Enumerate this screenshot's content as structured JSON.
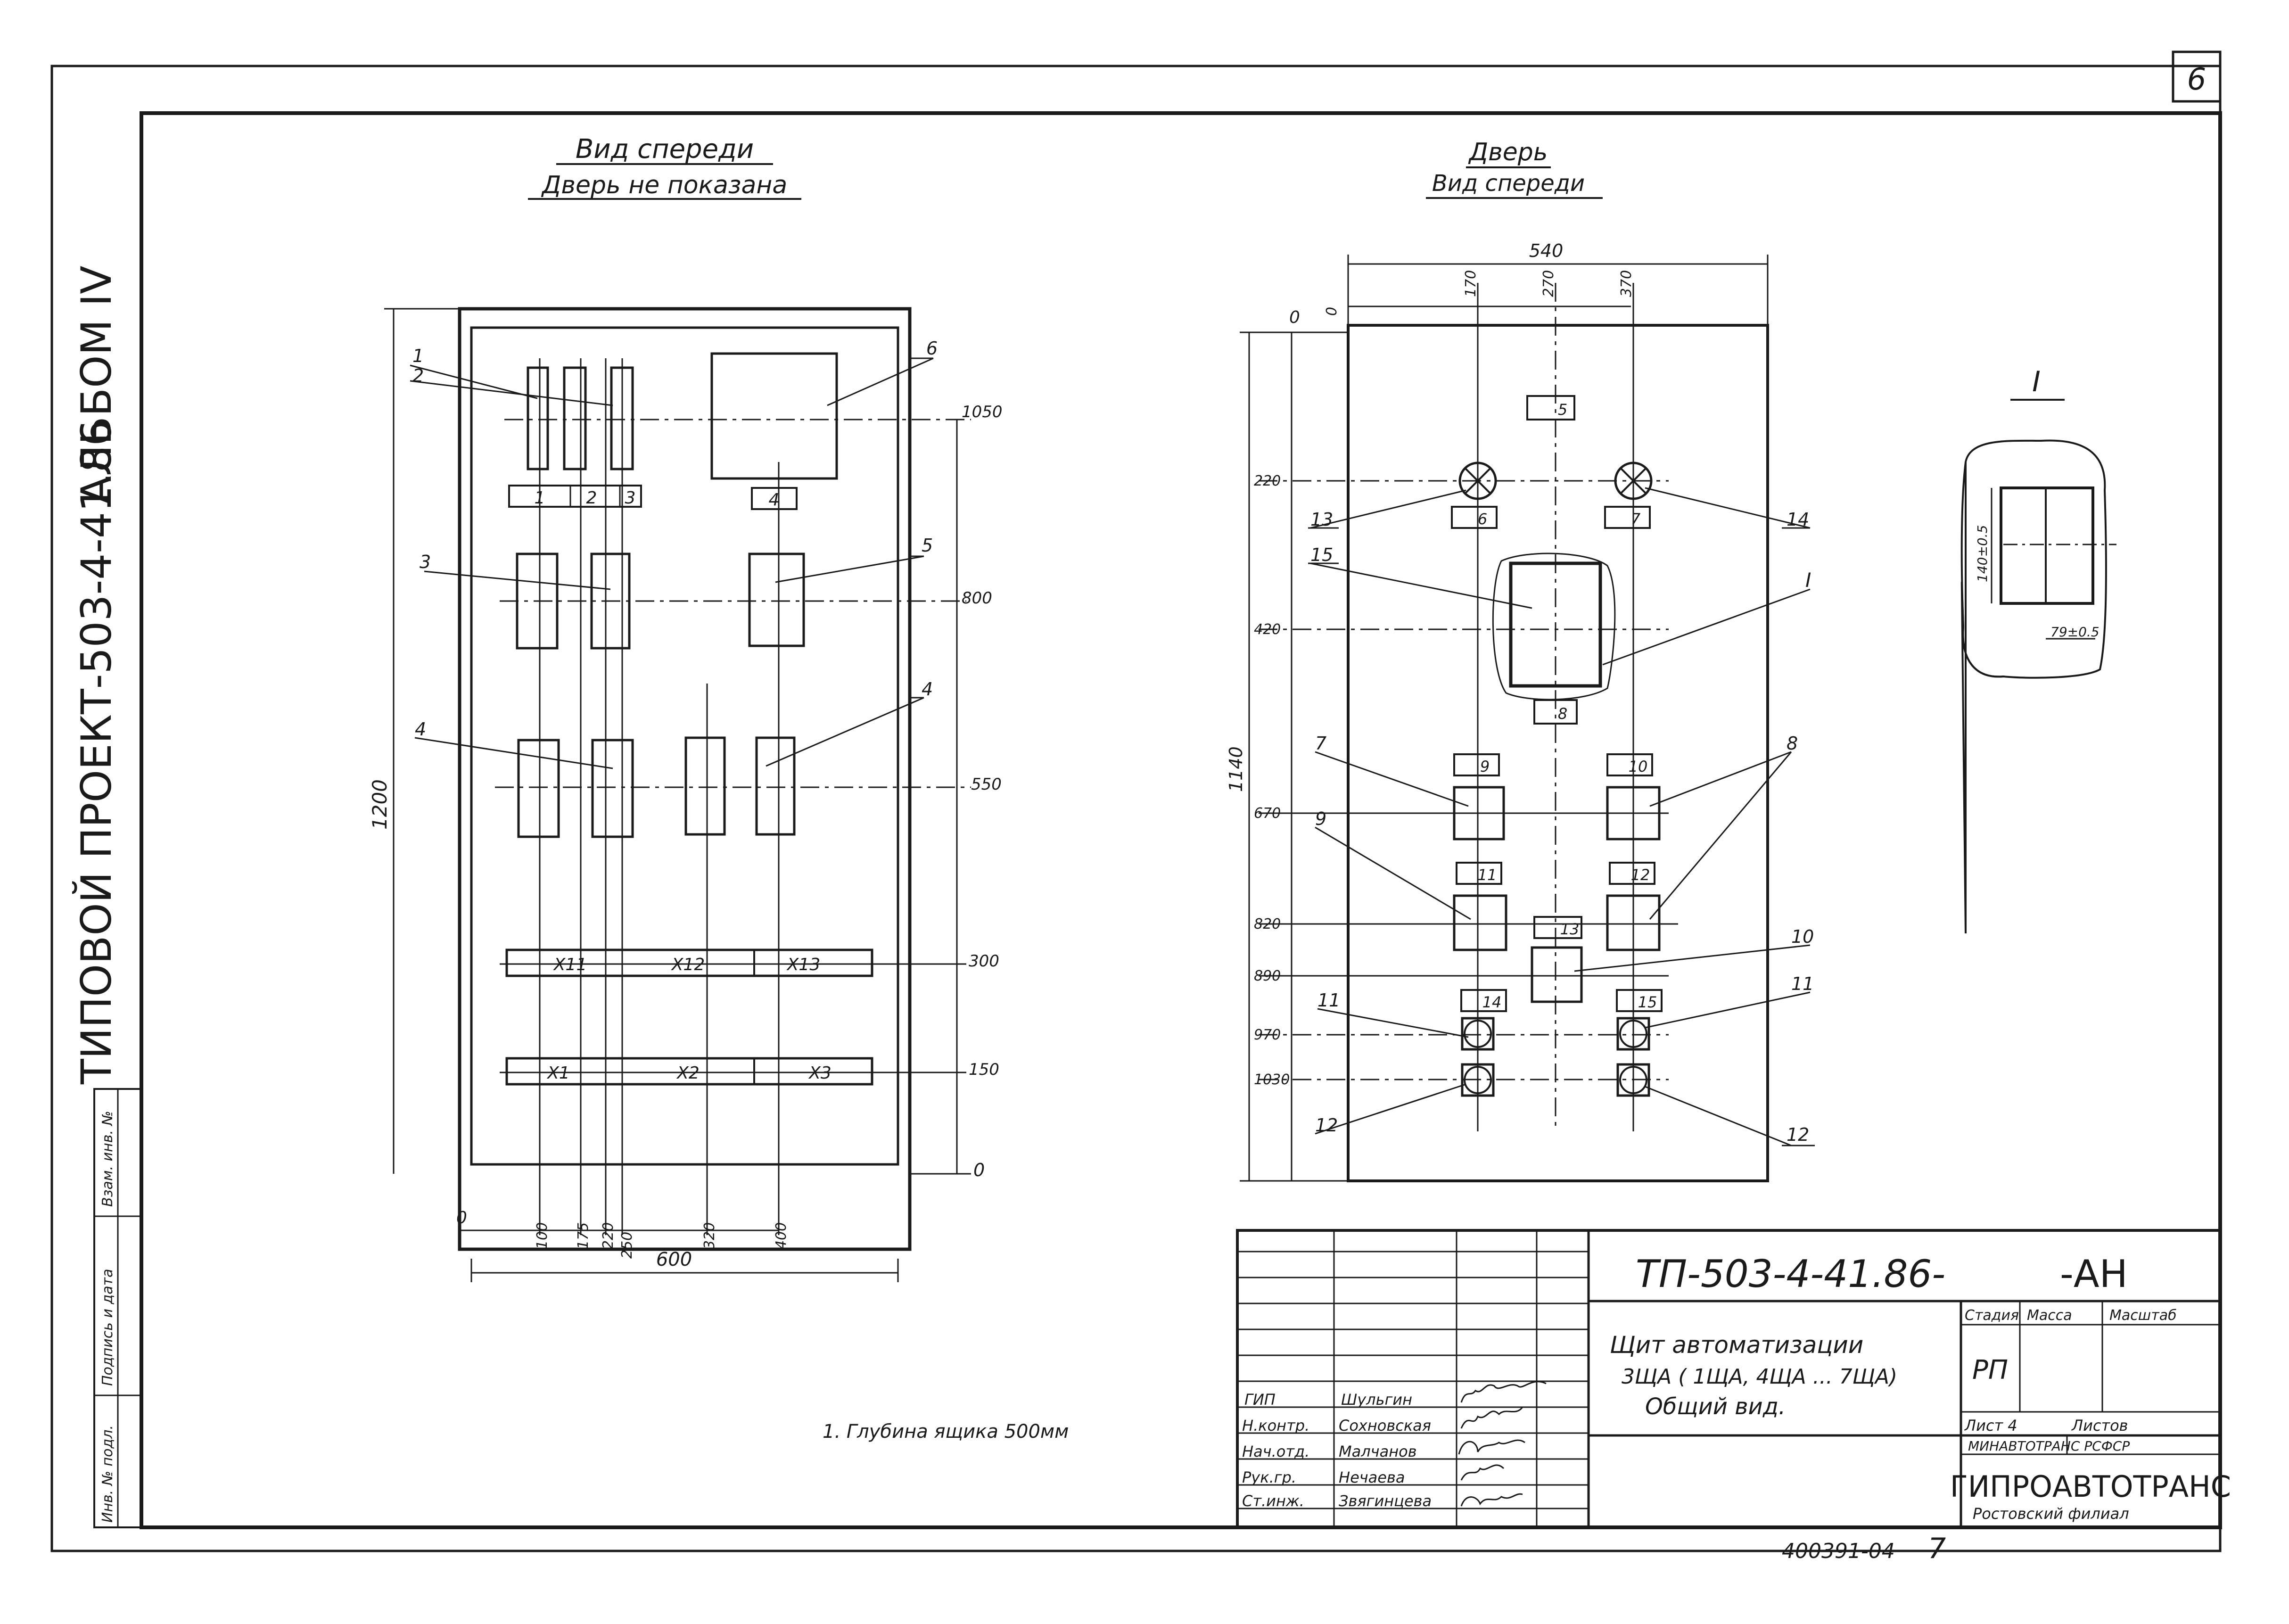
{
  "sheet_number": "6",
  "side_title": "ТИПОВОЙ ПРОЕКТ-503-4-41.86",
  "album": "АЛЬБОМ IV",
  "side_stamp": [
    "Взам. инв. №",
    "Подпись и дата",
    "Инв. № подл."
  ],
  "front_view": {
    "title": "Вид спереди",
    "subtitle": "Дверь не показана",
    "height_dim": "1200",
    "width_dim": "600",
    "levels": [
      "1050",
      "800",
      "550",
      "300",
      "150",
      "0"
    ],
    "bottom_offsets": [
      "0",
      "100",
      "175",
      "220",
      "250",
      "320",
      "400"
    ],
    "callouts": [
      "1",
      "2",
      "3",
      "4",
      "4",
      "5",
      "6"
    ],
    "module_labels": [
      "1",
      "2",
      "3",
      "4"
    ],
    "terminals_top": [
      "X11",
      "X12",
      "X13"
    ],
    "terminals_bottom": [
      "X1",
      "X2",
      "X3"
    ]
  },
  "door_view": {
    "title": "Дверь",
    "subtitle": "Вид спереди",
    "width_dim": "540",
    "height_dim": "1140",
    "top_offsets": [
      "0",
      "170",
      "270",
      "370"
    ],
    "left_zero": "0",
    "levels": [
      "220",
      "420",
      "670",
      "820",
      "890",
      "970",
      "1030"
    ],
    "callouts_left": [
      "13",
      "15",
      "7",
      "9",
      "11",
      "12"
    ],
    "callouts_right": [
      "14",
      "I",
      "8",
      "10",
      "11",
      "12"
    ],
    "plates": [
      "5",
      "6",
      "7",
      "8",
      "9",
      "10",
      "11",
      "12",
      "13",
      "14",
      "15"
    ]
  },
  "detail": {
    "label": "I",
    "dim_height": "140±0.5",
    "dim_width": "79±0.5"
  },
  "note": "1. Глубина ящика 500мм",
  "title_block": {
    "code": "ТП-503-4-41.86-",
    "suffix": "-АН",
    "title_lines": [
      "Щит автоматизации",
      "3ЩА ( 1ЩА, 4ЩА ... 7ЩА)",
      "Общий вид."
    ],
    "col_stage": "Стадия",
    "col_mass": "Масса",
    "col_scale": "Масштаб",
    "stage": "РП",
    "sheet": "Лист 4",
    "sheets": "Листов",
    "ministry": "МИНАВТОТРАНС РСФСР",
    "org": "ГИПРОАВТОТРАНС",
    "branch": "Ростовский филиал",
    "roles": [
      "ГИП",
      "Н.контр.",
      "Нач.отд.",
      "Рук.гр.",
      "Ст.инж."
    ],
    "names": [
      "Шульгин",
      "Сохновская",
      "Малчанов",
      "Нечаева",
      "Звягинцева"
    ]
  },
  "archive_number": "400391-04",
  "archive_page": "7"
}
